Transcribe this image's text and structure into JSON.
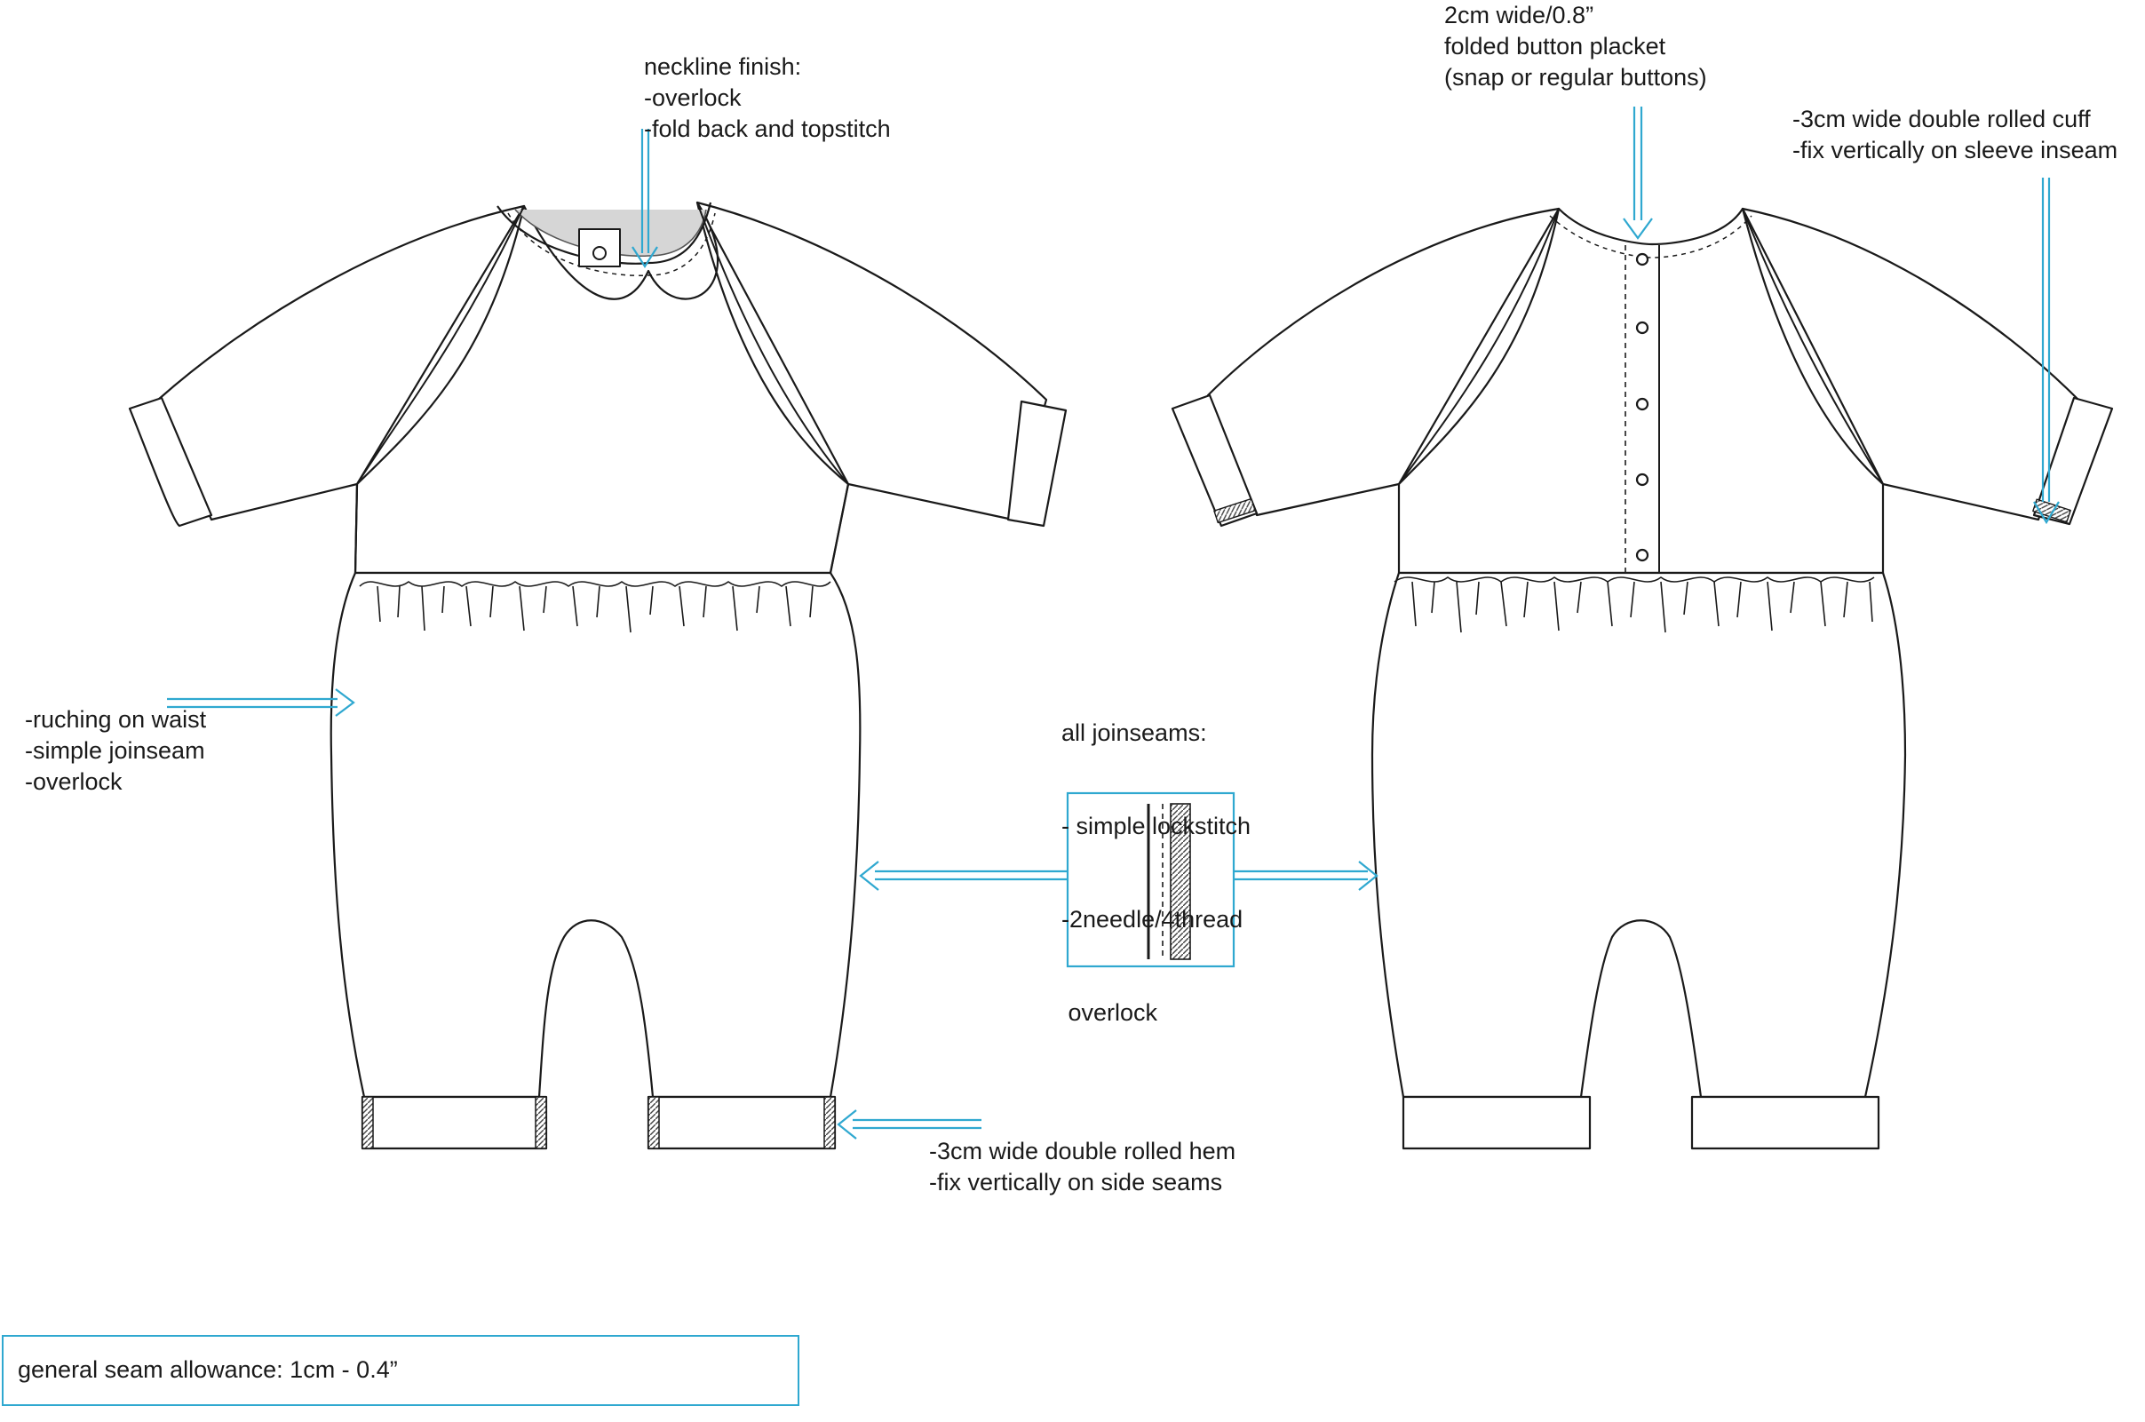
{
  "annotations": {
    "neckline": {
      "title": "neckline finish:",
      "lines": [
        "-overlock",
        "-fold back and topstitch"
      ]
    },
    "placket": {
      "lines": [
        "2cm wide/0.8”",
        "folded button placket",
        "(snap or regular buttons)"
      ]
    },
    "cuff": {
      "lines": [
        "-3cm wide double rolled cuff",
        "-fix vertically on sleeve inseam"
      ]
    },
    "waist": {
      "lines": [
        "-ruching on waist",
        "-simple joinseam",
        "-overlock"
      ]
    },
    "joinseams": {
      "title": "all joinseams:",
      "lines": [
        "- simple lockstitch",
        "-2needle/4thread",
        " overlock"
      ]
    },
    "hem": {
      "lines": [
        "-3cm wide double rolled hem",
        "-fix vertically on side seams"
      ]
    },
    "seam_allowance": "general seam allowance: 1cm  - 0.4”"
  },
  "colors": {
    "callout_arrow": "#2fa8d0",
    "outline": "#1a1a1a",
    "shading": "#e6e6e6"
  }
}
